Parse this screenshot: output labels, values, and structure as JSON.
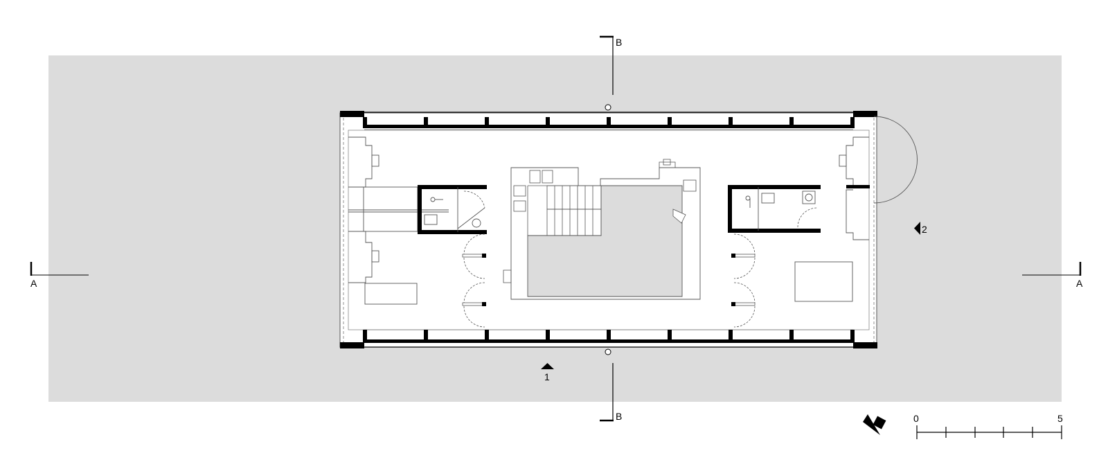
{
  "section_marks": {
    "a_left": "A",
    "a_right": "A",
    "b_top": "B",
    "b_bottom": "B"
  },
  "view_marks": {
    "view_1": "1",
    "view_2": "2"
  },
  "scale_bar": {
    "start_label": "0",
    "end_label": "5",
    "divisions": 5
  },
  "colors": {
    "site_fill": "#dcdcdc",
    "building_fill": "#ffffff",
    "wall": "#000000",
    "fine_line": "#555555"
  },
  "icons": [
    "north-arrow-icon",
    "view-arrow-icon",
    "section-marker-icon"
  ]
}
